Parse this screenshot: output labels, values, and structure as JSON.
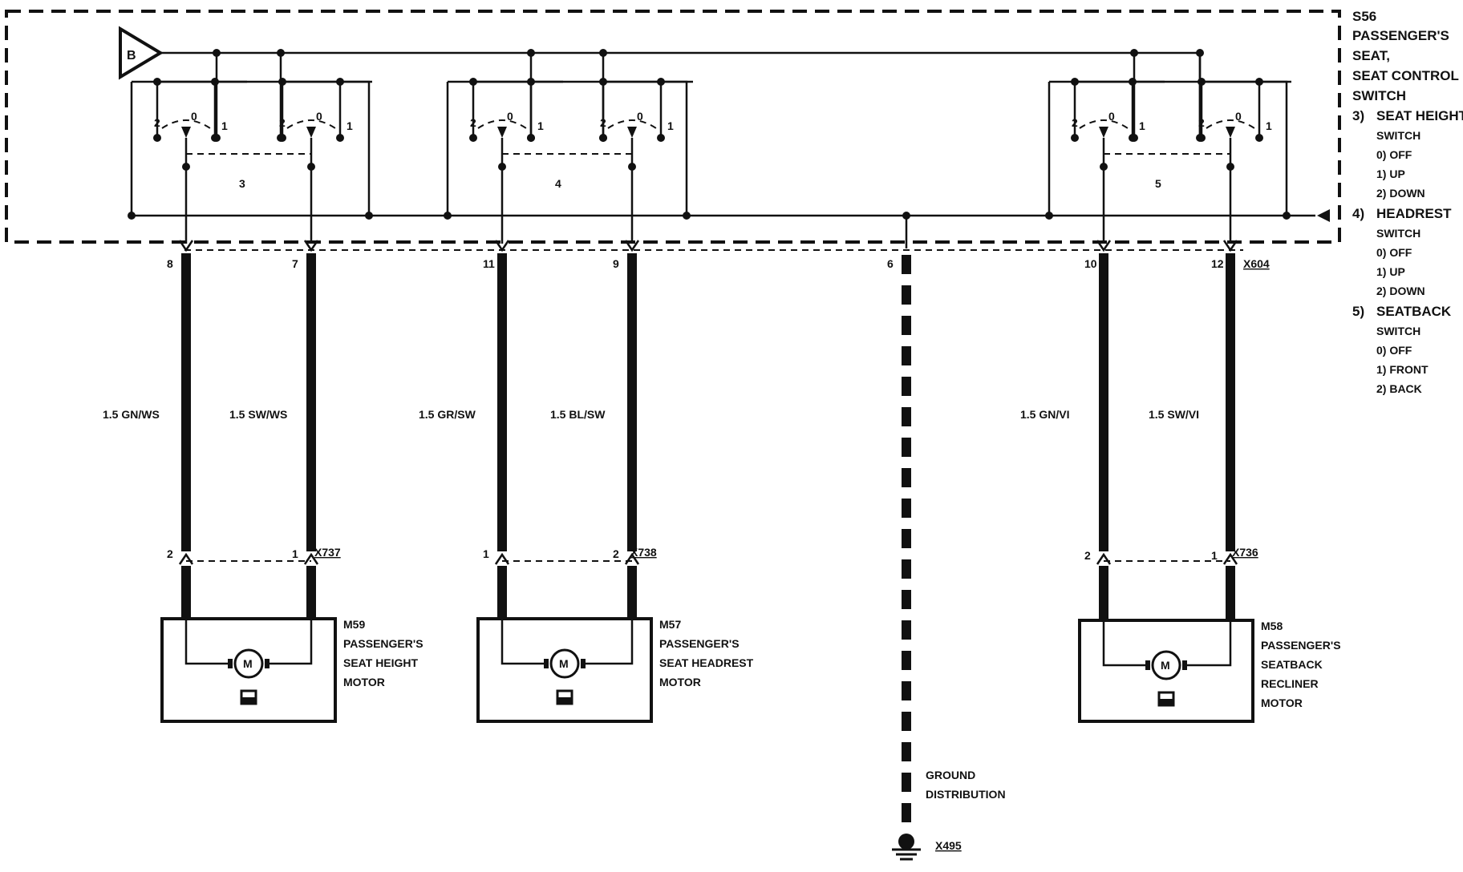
{
  "component_main": {
    "code": "S56",
    "name_lines": [
      "PASSENGER'S",
      "SEAT,",
      "SEAT CONTROL",
      "SWITCH"
    ],
    "connector": "X604"
  },
  "supply_label": "B",
  "switch_legend": [
    {
      "num": "3)",
      "name_lines": [
        "SEAT HEIGHT",
        "SWITCH"
      ],
      "positions": [
        "0) OFF",
        "1) UP",
        "2) DOWN"
      ]
    },
    {
      "num": "4)",
      "name_lines": [
        "HEADREST",
        "SWITCH"
      ],
      "positions": [
        "0) OFF",
        "1) UP",
        "2) DOWN"
      ]
    },
    {
      "num": "5)",
      "name_lines": [
        "SEATBACK",
        "SWITCH"
      ],
      "positions": [
        "0) OFF",
        "1) FRONT",
        "2) BACK"
      ]
    }
  ],
  "switch_groups": [
    {
      "group_label": "3",
      "switches": [
        {
          "pos_labels": [
            "2",
            "0",
            "1"
          ]
        },
        {
          "pos_labels": [
            "2",
            "0",
            "1"
          ]
        }
      ]
    },
    {
      "group_label": "4",
      "switches": [
        {
          "pos_labels": [
            "2",
            "0",
            "1"
          ]
        },
        {
          "pos_labels": [
            "2",
            "0",
            "1"
          ]
        }
      ]
    },
    {
      "group_label": "5",
      "switches": [
        {
          "pos_labels": [
            "2",
            "0",
            "1"
          ]
        },
        {
          "pos_labels": [
            "2",
            "0",
            "1"
          ]
        }
      ]
    }
  ],
  "wires": [
    {
      "pin_top": "8",
      "label": "1.5 GN/WS",
      "pin_bottom": "2"
    },
    {
      "pin_top": "7",
      "label": "1.5 SW/WS",
      "pin_bottom": "1"
    },
    {
      "pin_top": "11",
      "label": "1.5 GR/SW",
      "pin_bottom": "1"
    },
    {
      "pin_top": "9",
      "label": "1.5 BL/SW",
      "pin_bottom": "2"
    },
    {
      "pin_top": "10",
      "label": "1.5 GN/VI",
      "pin_bottom": "2"
    },
    {
      "pin_top": "12",
      "label": "1.5 SW/VI",
      "pin_bottom": "1"
    }
  ],
  "ground_wire": {
    "pin_top": "6"
  },
  "motors": [
    {
      "connector": "X737",
      "code": "M59",
      "name_lines": [
        "PASSENGER'S",
        "SEAT HEIGHT",
        "MOTOR"
      ],
      "symbol": "M"
    },
    {
      "connector": "X738",
      "code": "M57",
      "name_lines": [
        "PASSENGER'S",
        "SEAT HEADREST",
        "MOTOR"
      ],
      "symbol": "M"
    },
    {
      "connector": "X736",
      "code": "M58",
      "name_lines": [
        "PASSENGER'S",
        "SEATBACK",
        "RECLINER",
        "MOTOR"
      ],
      "symbol": "M"
    }
  ],
  "ground": {
    "label_lines": [
      "GROUND",
      "DISTRIBUTION"
    ],
    "connector": "X495"
  }
}
